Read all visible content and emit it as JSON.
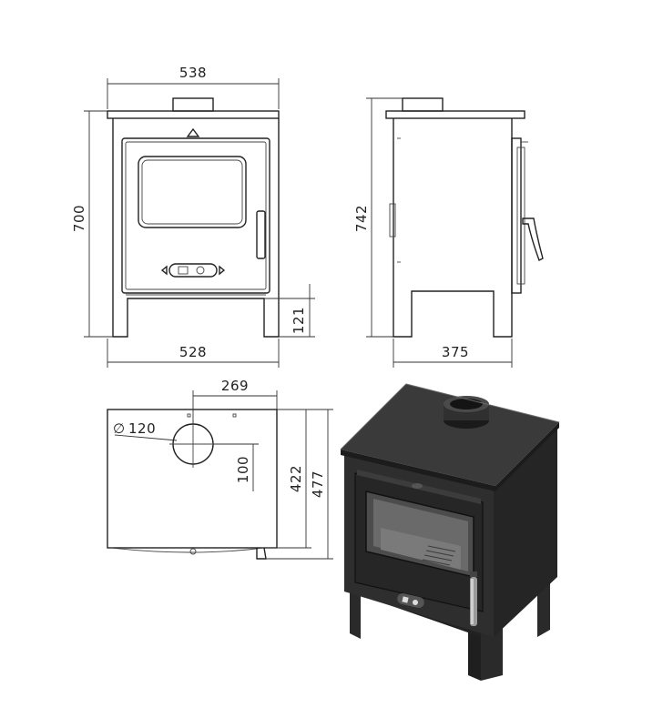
{
  "front_view": {
    "width_top": "538",
    "height": "700",
    "width_bottom": "528",
    "leg_height": "121"
  },
  "side_view": {
    "height": "742",
    "depth": "375"
  },
  "top_view": {
    "flue_offset": "269",
    "flue_diameter_symbol": "∅",
    "flue_diameter": "120",
    "flue_center_depth": "100",
    "depth_inner": "422",
    "depth_outer": "477"
  },
  "colors": {
    "line": "#222222",
    "stove_body": "#2a2a2a",
    "stove_top": "#3a3a3a",
    "highlight": "#6a6a6a"
  }
}
